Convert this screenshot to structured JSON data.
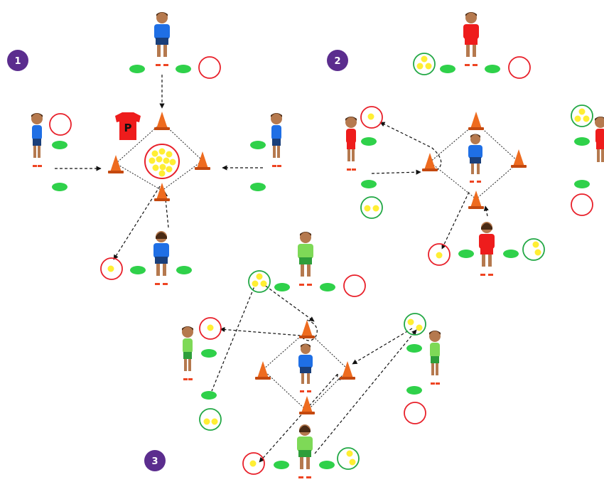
{
  "colors": {
    "background": "#ffffff",
    "step_badge": "#5b2d8e",
    "cone": "#ee6b1f",
    "cone_dark": "#c4490f",
    "marker_disc": "#2fd14a",
    "ball": "#ffee33",
    "hoop_red": "#e8202a",
    "hoop_green": "#22a845",
    "arrow": "#111111",
    "team_blue": "#1f6fe5",
    "team_red": "#ee1c1c",
    "team_green": "#7ed957",
    "skin": "#b5794e",
    "hair": "#4a2a14"
  },
  "steps": [
    "1",
    "2",
    "3"
  ],
  "pinnie": {
    "label": "P"
  },
  "icons": [
    "step-badge",
    "cone-icon",
    "marker-disc-icon",
    "hoop-icon",
    "ball-icon",
    "pinnie-icon",
    "player-icon",
    "arrow-icon"
  ]
}
